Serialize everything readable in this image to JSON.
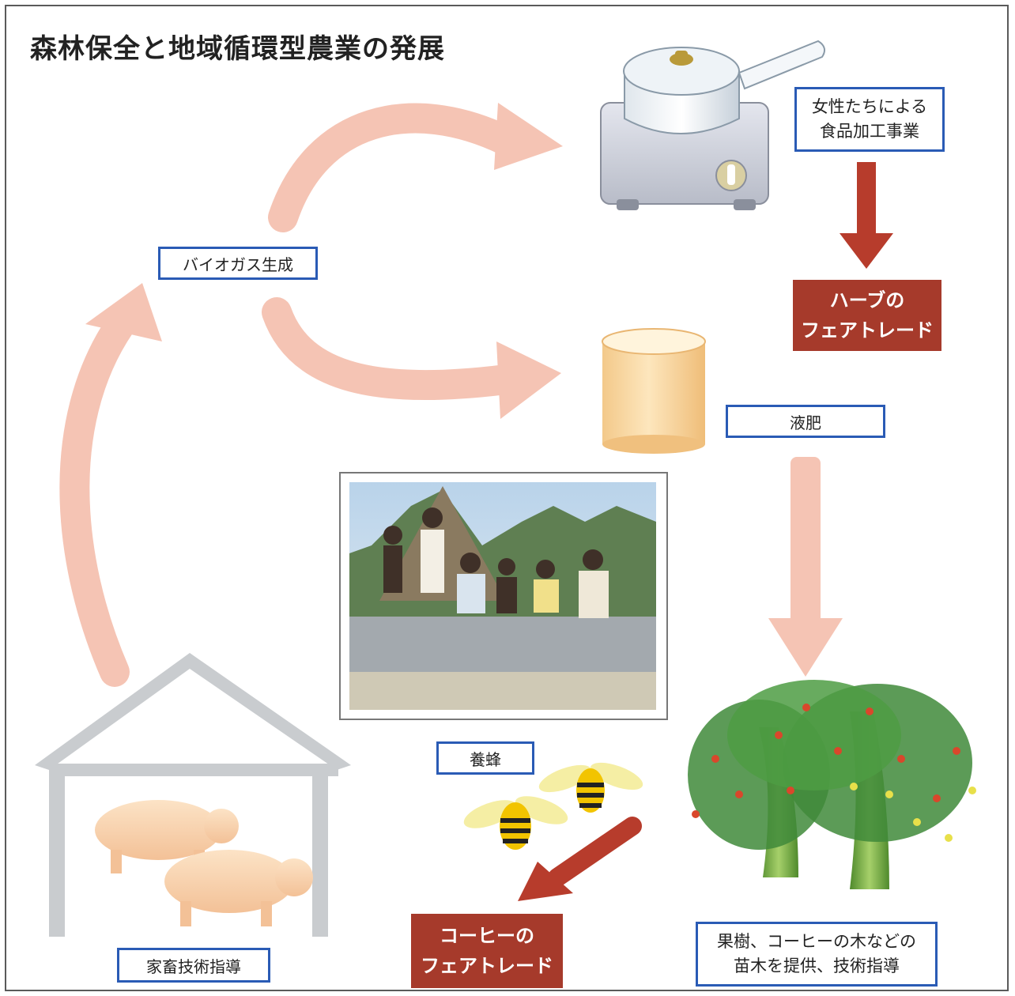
{
  "title": "森林保全と地域循環型農業の発展",
  "labels": {
    "biogas": "バイオガス生成",
    "food_processing_line1": "女性たちによる",
    "food_processing_line2": "食品加工事業",
    "herb_trade_line1": "ハーブの",
    "herb_trade_line2": "フェアトレード",
    "liquid_fertilizer": "液肥",
    "beekeeping": "養蜂",
    "coffee_trade_line1": "コーヒーの",
    "coffee_trade_line2": "フェアトレード",
    "seedlings_line1": "果樹、コーヒーの木などの",
    "seedlings_line2": "苗木を提供、技術指導",
    "livestock": "家畜技術指導"
  },
  "colors": {
    "box_border": "#2a5bb5",
    "trade_box": "#a63a2b",
    "cycle_arrow": "#f5c4b4",
    "red_arrow": "#b73c2c"
  },
  "icons": [
    "stove-pot-icon",
    "tank-icon",
    "tree-icon",
    "bee-icon",
    "pig-icon",
    "barn-icon"
  ]
}
